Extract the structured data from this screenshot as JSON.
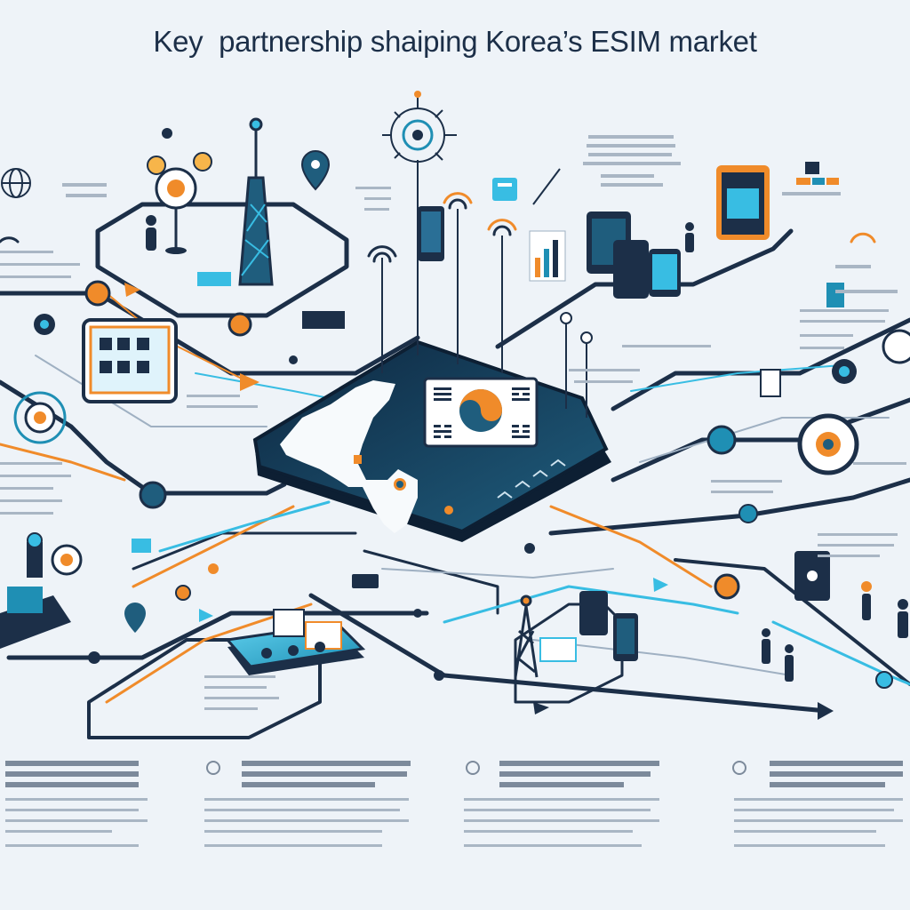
{
  "title": "Key  partnership shaiping Korea’s ESIM market",
  "colors": {
    "background": "#eef3f8",
    "navy": "#1c2f48",
    "teal": "#1f8fb4",
    "cyan": "#38bde3",
    "orange": "#f08b2a",
    "map_tile": "#16324d"
  },
  "central_map": {
    "label": "korea-map-tile",
    "flag": "south-korea-flag"
  },
  "icons": [
    "network-hub-icon",
    "radio-tower-icon",
    "wifi-signal-icon",
    "smartphone-icon",
    "monitor-icon",
    "sim-card-icon",
    "globe-icon",
    "location-pin-icon",
    "person-icon",
    "chart-icon"
  ]
}
